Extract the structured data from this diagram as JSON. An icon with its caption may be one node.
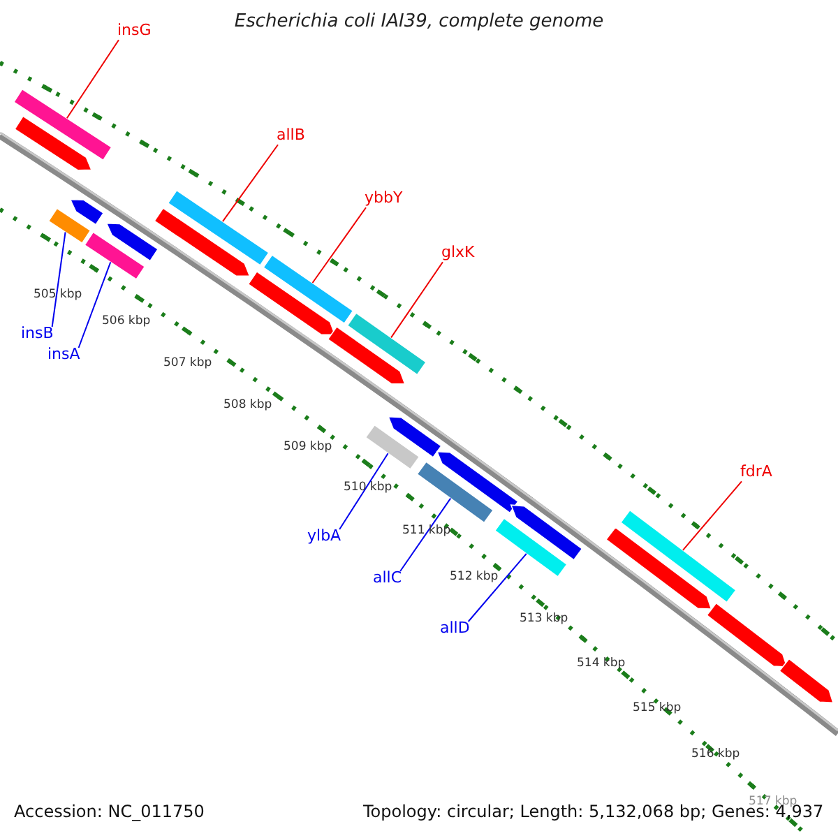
{
  "diagram": {
    "title": "Escherichia coli IAI39, complete genome",
    "nodes": [
      {
        "text": [
          "insG"
        ]
      },
      {
        "text": [
          "allB"
        ]
      },
      {
        "text": [
          "ybbY"
        ]
      },
      {
        "text": [
          "glxK"
        ]
      },
      {
        "text": [
          "insB"
        ]
      },
      {
        "text": [
          "insA"
        ]
      },
      {
        "text": [
          "ylbA"
        ]
      },
      {
        "text": [
          "allC"
        ]
      },
      {
        "text": [
          "allD"
        ]
      },
      {
        "text": [
          "fdrA"
        ]
      },
      {
        "text": [],
        "shape": "bar"
      },
      {
        "text": [],
        "shape": "bar"
      },
      {
        "text": [],
        "shape": "bar"
      },
      {
        "text": [],
        "shape": "bar"
      },
      {
        "text": [],
        "shape": "bar"
      },
      {
        "text": [],
        "shape": "bar"
      },
      {
        "text": [],
        "shape": "bar"
      },
      {
        "text": [],
        "shape": "bar"
      },
      {
        "text": [],
        "shape": "bar"
      },
      {
        "text": [],
        "shape": "bar"
      },
      {
        "text": [],
        "shape": "bar"
      },
      {
        "text": [],
        "shape": "bar"
      },
      {
        "text": [],
        "shape": "bar"
      },
      {
        "text": [],
        "shape": "bar"
      },
      {
        "text": [],
        "shape": "bar"
      },
      {
        "text": [],
        "shape": "bar"
      },
      {
        "text": [],
        "shape": "bar"
      },
      {
        "text": [],
        "shape": "bar"
      },
      {
        "text": [],
        "shape": "bar"
      },
      {
        "text": [],
        "shape": "bar"
      },
      {
        "text": [],
        "shape": "bar"
      },
      {
        "text": [],
        "shape": "bar"
      }
    ],
    "edges": [
      {
        "from": 0,
        "to": 10,
        "arrow": "none"
      },
      {
        "from": 1,
        "to": 11,
        "arrow": "none"
      },
      {
        "from": 2,
        "to": 12,
        "arrow": "none"
      },
      {
        "from": 3,
        "to": 13,
        "arrow": "none"
      },
      {
        "from": 4,
        "to": 14,
        "arrow": "none",
        "color": "#0000ee"
      },
      {
        "from": 5,
        "to": 15,
        "arrow": "none",
        "color": "#0000ee"
      },
      {
        "from": 6,
        "to": 16,
        "arrow": "none",
        "color": "#0000ee"
      },
      {
        "from": 7,
        "to": 17,
        "arrow": "none",
        "color": "#0000ee"
      },
      {
        "from": 8,
        "to": 18,
        "arrow": "none",
        "color": "#0000ee"
      },
      {
        "from": 9,
        "to": 19,
        "arrow": "none"
      }
    ],
    "labels": [
      "505 kbp",
      "506 kbp",
      "507 kbp",
      "508 kbp",
      "509 kbp",
      "510 kbp",
      "511 kbp",
      "512 kbp",
      "513 kbp",
      "514 kbp",
      "515 kbp",
      "516 kbp",
      "517 kbp",
      "Accession: NC_011750",
      "Topology: circular; Length: 5,132,068 bp; Genes: 4,937"
    ]
  }
}
